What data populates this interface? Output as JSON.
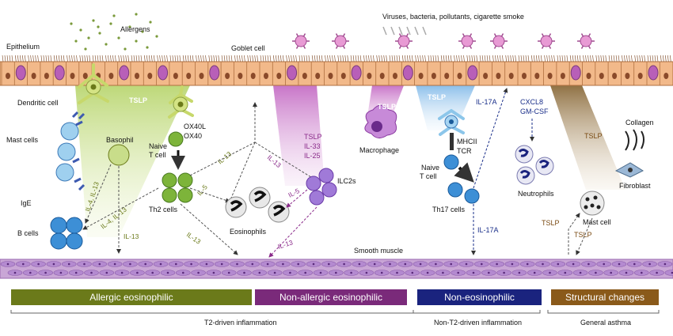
{
  "labels": {
    "epithelium": "Epithelium",
    "allergens": "Allergens",
    "goblet_cell": "Goblet cell",
    "viruses": "Viruses, bacteria, pollutants, cigarette smoke",
    "dendritic_cell": "Dendritic cell",
    "tslp": "TSLP",
    "ox40l": "OX40L",
    "ox40": "OX40",
    "naive_t_cell_1": "Naive",
    "naive_t_cell_2": "T cell",
    "mast_cells": "Mast cells",
    "basophil": "Basophil",
    "ige": "IgE",
    "b_cells": "B cells",
    "th2_cells": "Th2 cells",
    "eosinophils": "Eosinophils",
    "ilc2s": "ILC2s",
    "il33": "IL-33",
    "il25": "IL-25",
    "macrophage": "Macrophage",
    "mhcii": "MHCII",
    "tcr": "TCR",
    "th17_cells": "Th17 cells",
    "neutrophils": "Neutrophils",
    "cxcl8": "CXCL8",
    "gmcsf": "GM-CSF",
    "il17a": "IL-17A",
    "collagen": "Collagen",
    "fibroblast": "Fibroblast",
    "mast_cell": "Mast cell",
    "il13": "IL-13",
    "il4_il13": "IL-4, IL-13",
    "il5": "IL-5",
    "smooth_muscle": "Smooth muscle"
  },
  "categories": [
    {
      "label": "Allergic eosinophilic",
      "color": "#6b7a1a"
    },
    {
      "label": "Non-allergic eosinophilic",
      "color": "#7a2a7a"
    },
    {
      "label": "Non-eosinophilic",
      "color": "#1a237e"
    },
    {
      "label": "Structural changes",
      "color": "#8a5a1a"
    }
  ],
  "footer": {
    "t2": "T2-driven inflammation",
    "nont2": "Non-T2-driven inflammation",
    "general": "General asthma"
  },
  "colors": {
    "epithelium": "#f2b98a",
    "goblet": "#b85fb8",
    "smooth_muscle": "#c9a6d6",
    "th2_cell": "#7db43a",
    "t_cell_blue": "#3d8fd6",
    "mast": "#d8d8d8"
  }
}
